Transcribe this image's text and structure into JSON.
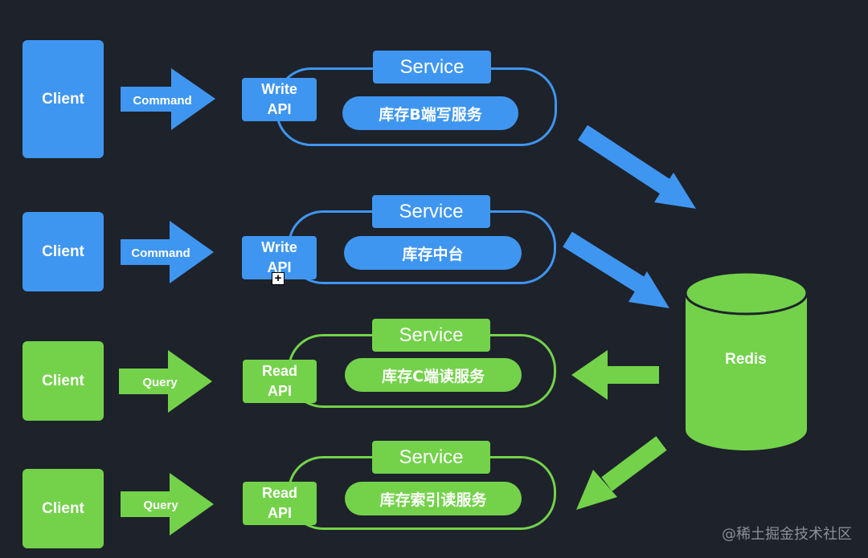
{
  "colors": {
    "background": "#1e222b",
    "blue": "#3f96f0",
    "green": "#73d24a"
  },
  "rows": [
    {
      "client": "Client",
      "arrow_label": "Command",
      "api": "Write\nAPI",
      "service": "Service",
      "inner": "库存B端写服务"
    },
    {
      "client": "Client",
      "arrow_label": "Command",
      "api": "Write\nAPI",
      "service": "Service",
      "inner": "库存中台"
    },
    {
      "client": "Client",
      "arrow_label": "Query",
      "api": "Read\nAPI",
      "service": "Service",
      "inner": "库存C端读服务"
    },
    {
      "client": "Client",
      "arrow_label": "Query",
      "api": "Read\nAPI",
      "service": "Service",
      "inner": "库存索引读服务"
    }
  ],
  "redis": {
    "label": "Redis"
  },
  "cursor_icon": "crosshair-plus-icon",
  "watermark": "@稀土掘金技术社区"
}
